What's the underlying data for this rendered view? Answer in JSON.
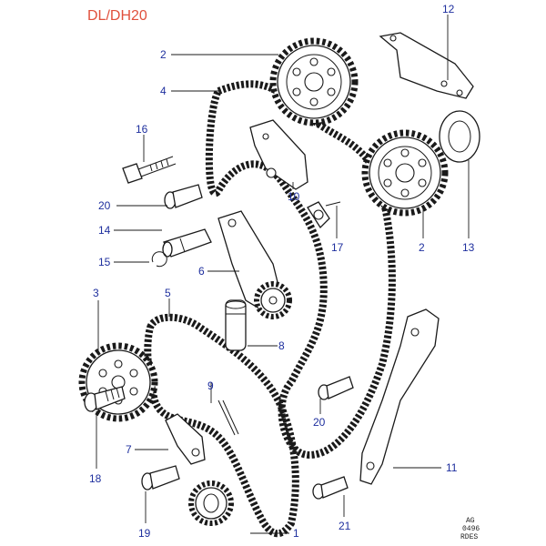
{
  "title": "DL/DH20",
  "colors": {
    "title": "#e0503c",
    "callout": "#1e2f9e",
    "line": "#1a1a1a"
  },
  "callouts": {
    "c1": "1",
    "c2a": "2",
    "c2b": "2",
    "c3": "3",
    "c4": "4",
    "c5": "5",
    "c6": "6",
    "c7": "7",
    "c8": "8",
    "c9": "9",
    "c10": "10",
    "c11": "11",
    "c12": "12",
    "c13": "13",
    "c14": "14",
    "c15": "15",
    "c16": "16",
    "c17": "17",
    "c18": "18",
    "c19": "19",
    "c20a": "20",
    "c20b": "20",
    "c21": "21"
  },
  "stamp": {
    "line1": "AG",
    "line2": "0496",
    "line3": "RDES"
  }
}
